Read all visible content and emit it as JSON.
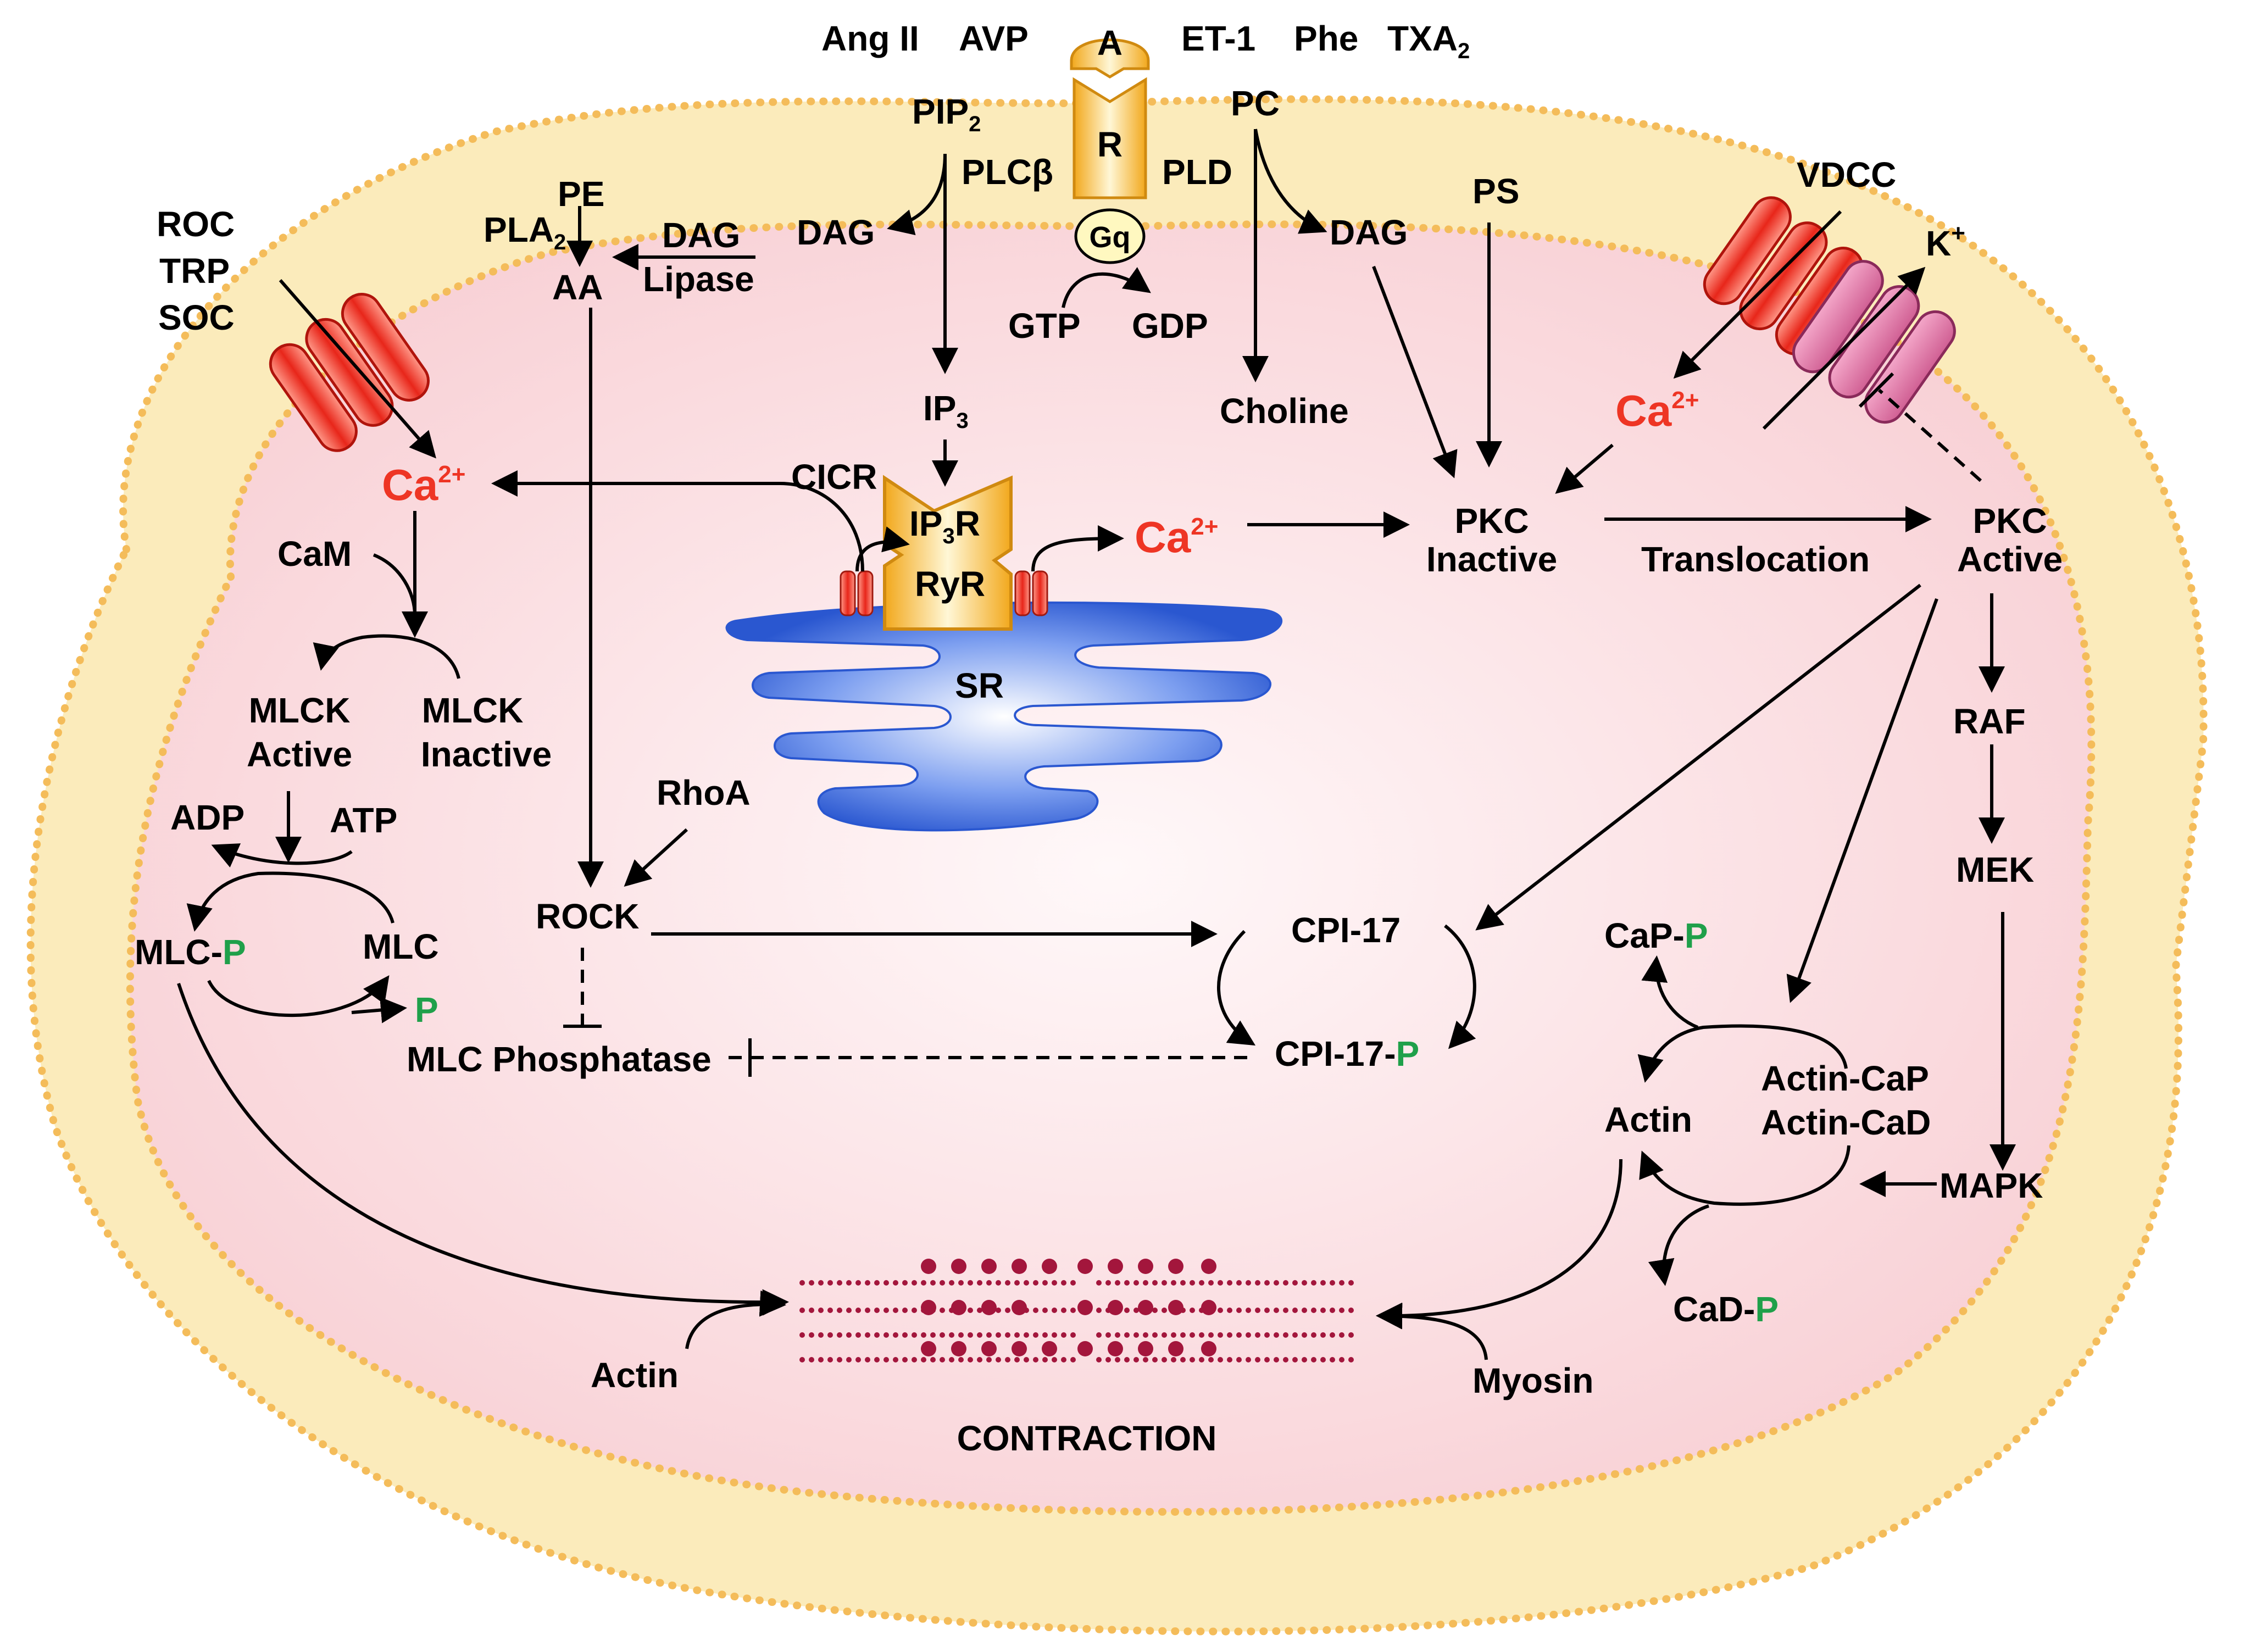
{
  "colors": {
    "membrane": "#fbeab8",
    "cytoplasm_edge": "#f8cfd3",
    "cytoplasm_center": "#fff5f7",
    "calcium": "#ee3524",
    "phosphate": "#1fa04a",
    "receptor": "#f5b531",
    "sr": "#2d63d8",
    "myofilament": "#a3163c",
    "k_channel": "#d9679b"
  },
  "agonists": {
    "ang2": "Ang II",
    "avp": "AVP",
    "et1": "ET-1",
    "phe": "Phe",
    "txa": "TXA",
    "txa_sub": "2"
  },
  "receptor": {
    "agonist": "A",
    "receptor": "R",
    "gq": "Gq"
  },
  "labels": {
    "pip": "PIP",
    "pip_sub": "2",
    "plcb": "PLCβ",
    "pld": "PLD",
    "pc": "PC",
    "pe": "PE",
    "pla": "PLA",
    "pla_sub": "2",
    "dag_left": "DAG",
    "dag_lipase_1": "DAG",
    "dag_lipase_2": "Lipase",
    "aa": "AA",
    "dag_right": "DAG",
    "ps": "PS",
    "gtp": "GTP",
    "gdp": "GDP",
    "ip3": "IP",
    "ip3_sub": "3",
    "choline": "Choline",
    "roc": "ROC",
    "trp": "TRP",
    "soc": "SOC",
    "vdcc": "VDCC",
    "k": "K",
    "k_sup": "+",
    "cicr": "CICR",
    "ip3r": "IP",
    "ip3r_sub": "3",
    "ip3r_tail": "R",
    "ryr": "RyR",
    "sr": "SR",
    "pkc_inactive_1": "PKC",
    "pkc_inactive_2": "Inactive",
    "translocation": "Translocation",
    "pkc_active_1": "PKC",
    "pkc_active_2": "Active",
    "cam": "CaM",
    "mlck_active_1": "MLCK",
    "mlck_active_2": "Active",
    "mlck_inactive_1": "MLCK",
    "mlck_inactive_2": "Inactive",
    "adp": "ADP",
    "atp": "ATP",
    "mlc_p": "MLC-",
    "p": "P",
    "mlc": "MLC",
    "rhoa": "RhoA",
    "rock": "ROCK",
    "mlc_phosphatase": "MLC Phosphatase",
    "cpi17": "CPI-17",
    "cpi17_p": "CPI-17-",
    "raf": "RAF",
    "mek": "MEK",
    "mapk": "MAPK",
    "cap_p": "CaP-",
    "actin_center": "Actin",
    "actin_cap": "Actin-CaP",
    "actin_cad": "Actin-CaD",
    "cad_p": "CaD-",
    "actin_bottom": "Actin",
    "myosin": "Myosin",
    "contraction": "CONTRACTION"
  },
  "calcium": {
    "base": "Ca",
    "charge": "2+"
  }
}
